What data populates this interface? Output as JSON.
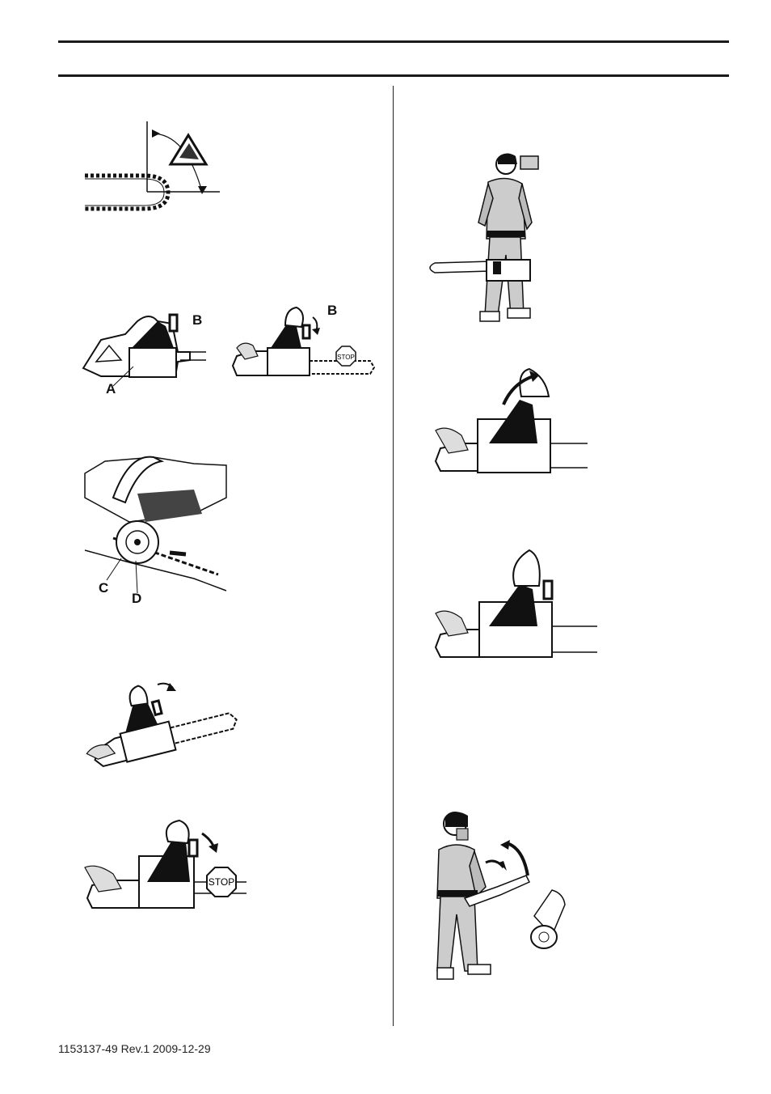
{
  "figures": {
    "kickback_zone": {
      "icon": "kickback-warning-icon"
    },
    "brake_ab": {
      "labels": {
        "a": "A",
        "b": "B"
      }
    },
    "brake_b_stop": {
      "labels": {
        "b": "B"
      },
      "sign": "STOP"
    },
    "clutch_cd": {
      "labels": {
        "c": "C",
        "d": "D"
      }
    },
    "brake_release": {},
    "brake_stop": {
      "sign": "STOP"
    },
    "operator_carry": {},
    "brake_lever_forward": {},
    "brake_lever_back": {},
    "operator_kickback": {}
  },
  "footer": {
    "doc_id": "1153137-49 Rev.1 2009-12-29"
  }
}
